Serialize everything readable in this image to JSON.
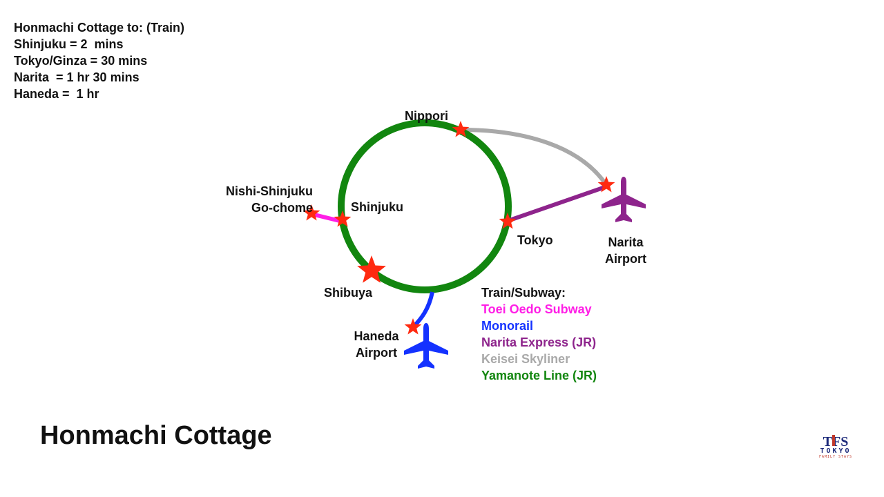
{
  "info": {
    "lines": [
      "Honmachi Cottage to: (Train)",
      "Shinjuku = 2  mins",
      "Tokyo/Ginza = 30 mins",
      "Narita  = 1 hr 30 mins",
      "Haneda =  1 hr"
    ]
  },
  "stations": {
    "nippori": "Nippori",
    "nishi_shinjuku_1": "Nishi-Shinjuku",
    "nishi_shinjuku_2": "Go-chome",
    "shinjuku": "Shinjuku",
    "tokyo": "Tokyo",
    "shibuya": "Shibuya",
    "narita_1": "Narita",
    "narita_2": "Airport",
    "haneda_1": "Haneda",
    "haneda_2": "Airport"
  },
  "legend": {
    "title": "Train/Subway:",
    "items": [
      {
        "label": "Toei Oedo Subway",
        "color": "#ff1ee6"
      },
      {
        "label": "Monorail",
        "color": "#1432ff"
      },
      {
        "label": "Narita Express (JR)",
        "color": "#8e248c"
      },
      {
        "label": "Keisei Skyliner",
        "color": "#a9a9a9"
      },
      {
        "label": "Yamanote Line (JR)",
        "color": "#12860f"
      }
    ]
  },
  "colors": {
    "yamanote": "#12860f",
    "oedo": "#ff1ee6",
    "monorail": "#1432ff",
    "narita_express": "#8e248c",
    "skyliner": "#a9a9a9",
    "station_star": "#ff2a10",
    "narita_plane": "#8e248c",
    "haneda_plane": "#1432ff"
  },
  "icons": {
    "station": "star-icon",
    "airport": "airplane-icon"
  },
  "title": "Honmachi Cottage",
  "logo": {
    "mark": "TFS",
    "name": "TOKYO",
    "sub": "FAMILY STAYS"
  }
}
